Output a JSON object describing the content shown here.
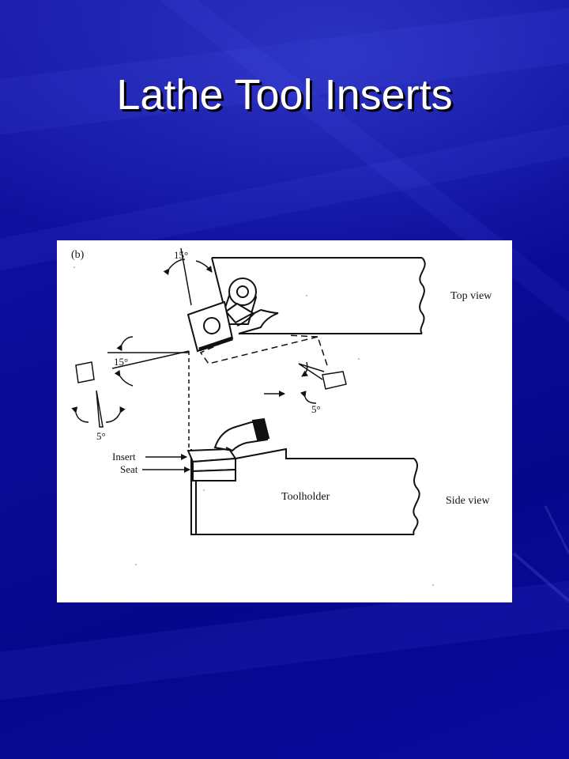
{
  "slide": {
    "title": "Lathe Tool Inserts"
  },
  "figure": {
    "panel_label": "(b)",
    "angle_top": "15°",
    "angle_left": "15°",
    "angle_bottom_left": "5°",
    "angle_bottom_right": "5°",
    "label_top_view": "Top view",
    "label_side_view": "Side view",
    "label_insert": "Insert",
    "label_seat": "Seat",
    "label_toolholder": "Toolholder"
  },
  "colors": {
    "background": "#0c0c9a",
    "title": "#ffffff",
    "panel": "#ffffff",
    "ink": "#111111"
  }
}
